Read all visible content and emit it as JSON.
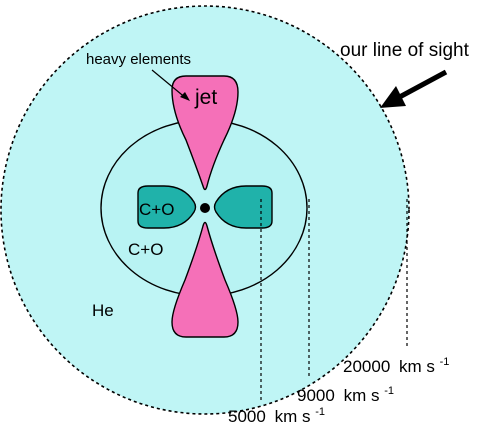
{
  "colors": {
    "background": "#ffffff",
    "helium_envelope": "#bff5f5",
    "carbon_oxygen_core": "#b8f3f3",
    "co_blob": "#20b2aa",
    "jet": "#f570b8",
    "outline": "#000000"
  },
  "labels": {
    "heavy_elements": "heavy elements",
    "jet": "jet",
    "inner_co": "C+O",
    "outer_co": "C+O",
    "helium": "He",
    "line_of_sight": "our line of sight"
  },
  "velocities": [
    {
      "value": "20000",
      "unit": "km s",
      "exponent": "-1"
    },
    {
      "value": "9000",
      "unit": "km s",
      "exponent": "-1"
    },
    {
      "value": "5000",
      "unit": "km s",
      "exponent": "-1"
    }
  ]
}
